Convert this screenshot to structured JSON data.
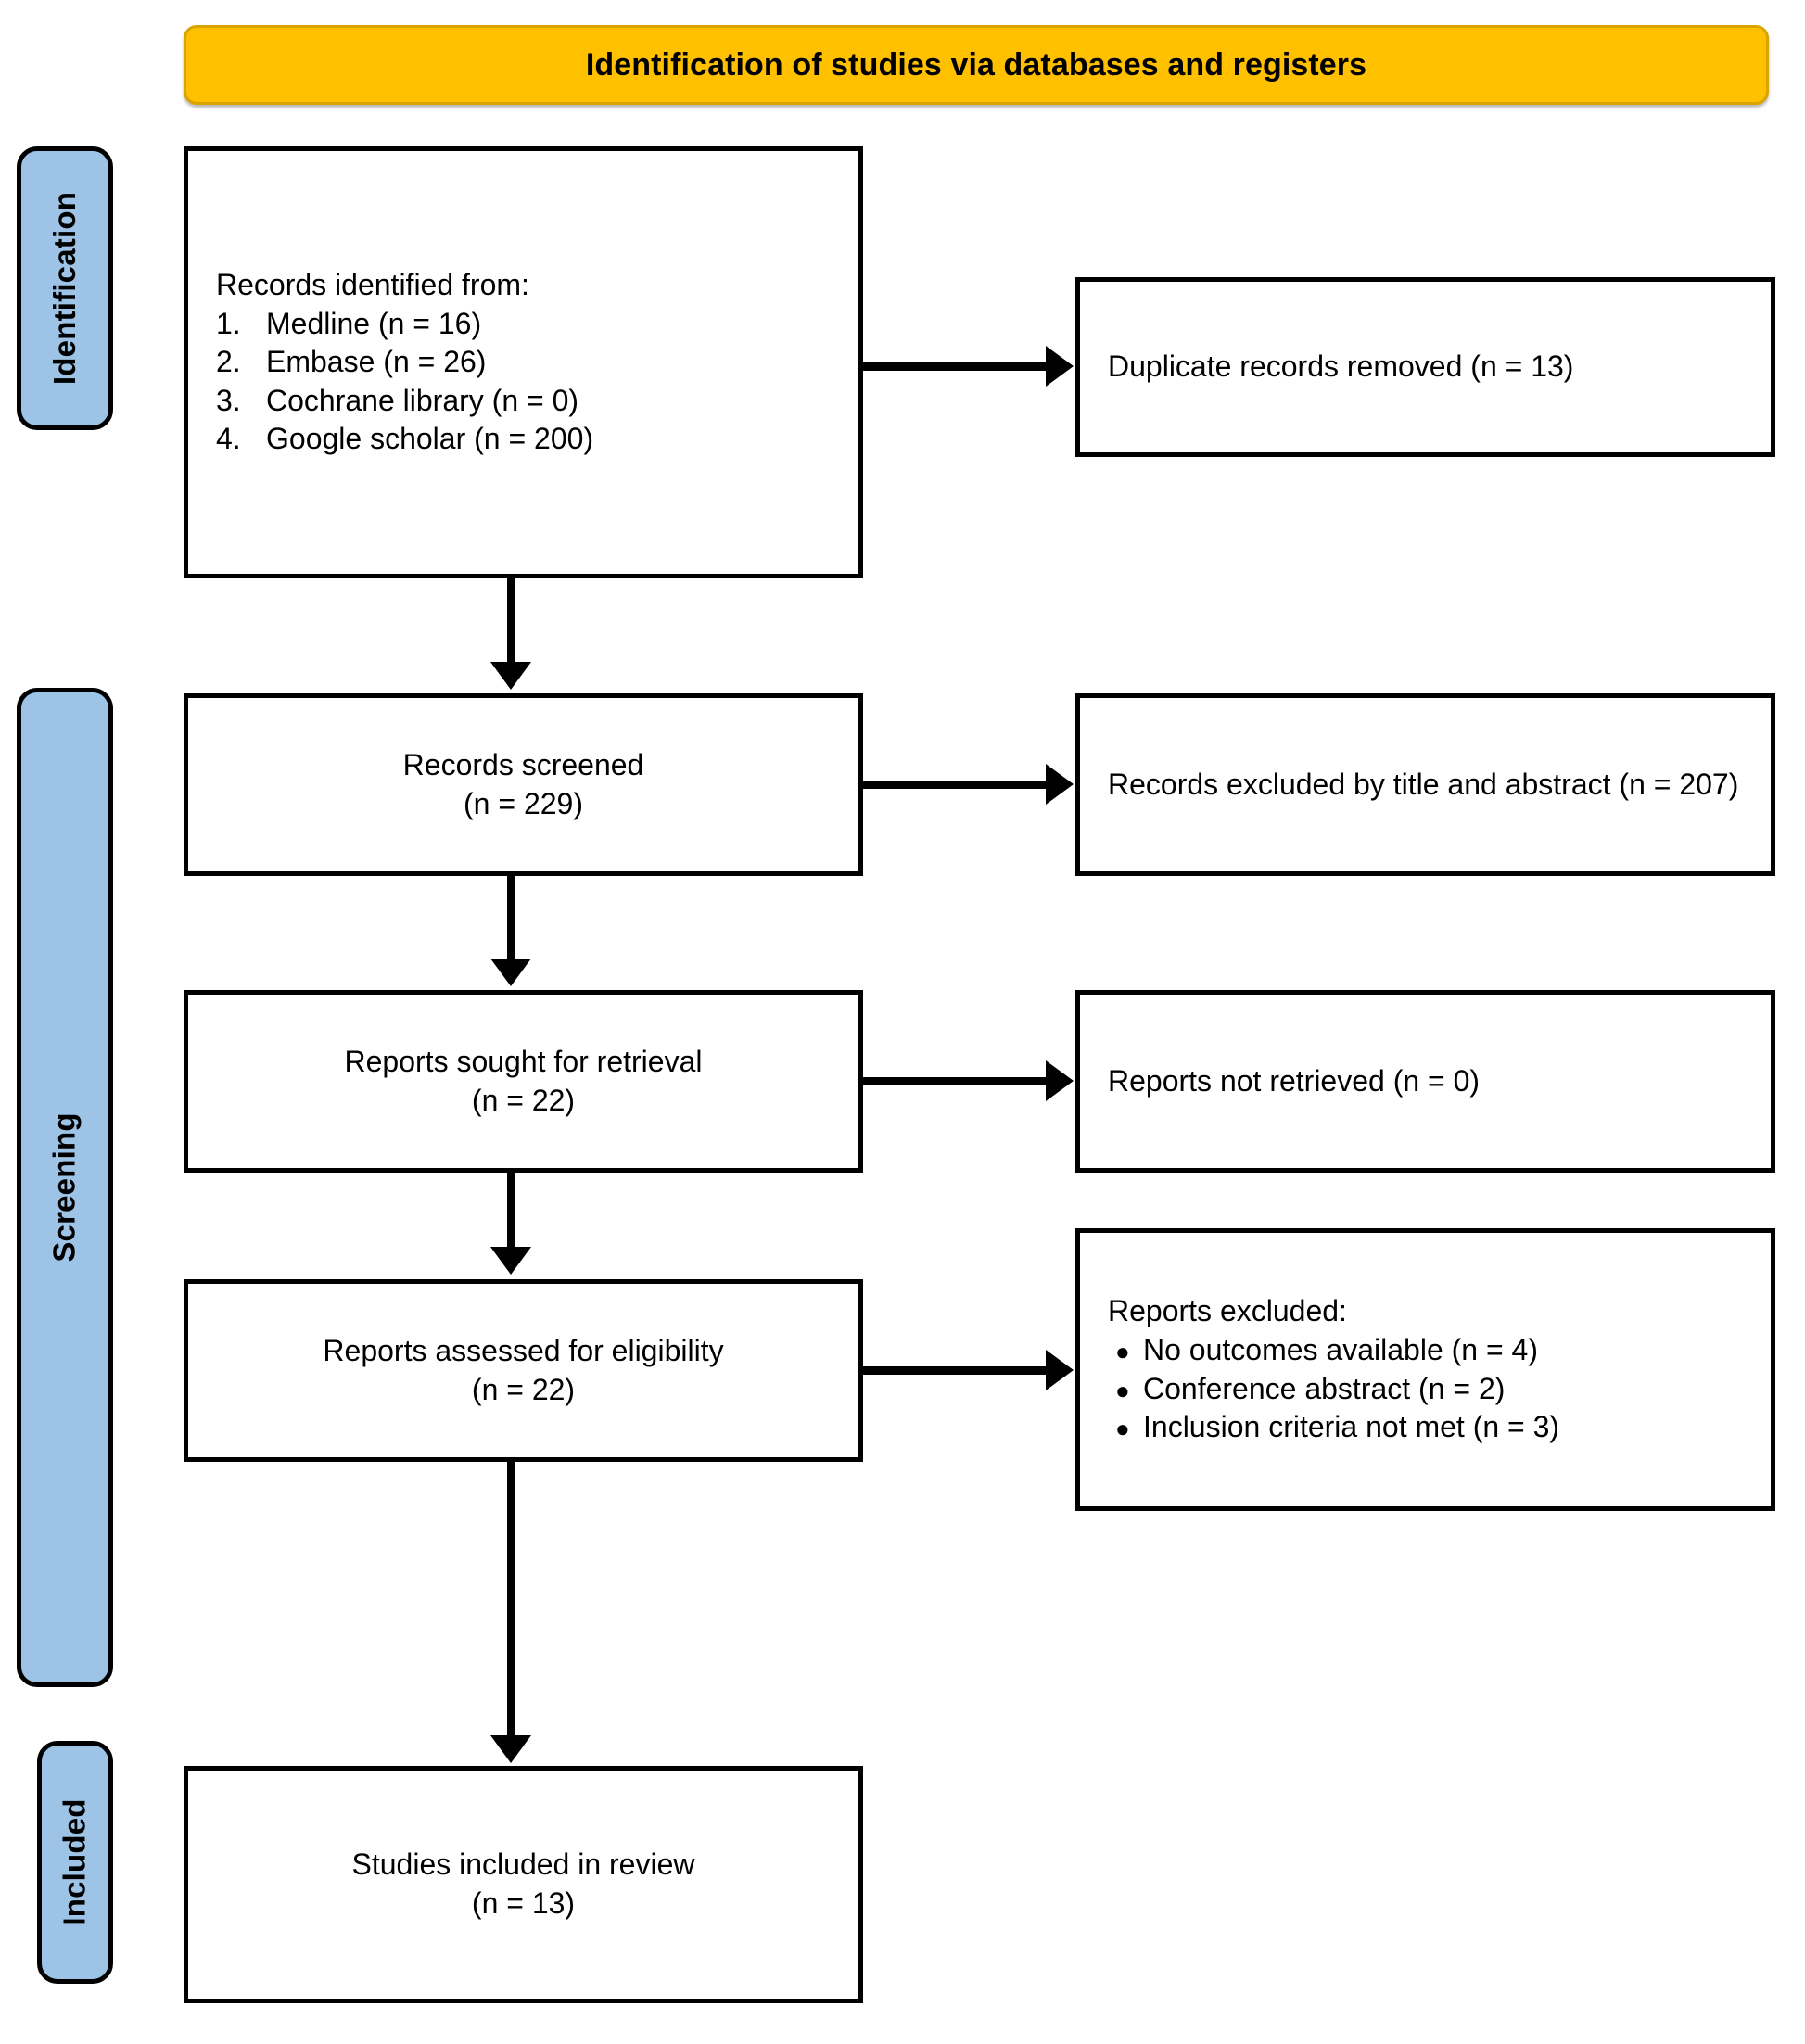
{
  "banner": {
    "title": "Identification of studies via databases and registers",
    "background_color": "#FFC000",
    "border_color": "#D9A400"
  },
  "stages": {
    "background_color": "#9DC3E6",
    "identification": "Identification",
    "screening": "Screening",
    "included": "Included"
  },
  "boxes": {
    "identified": {
      "heading": "Records identified from:",
      "sources": [
        {
          "num": "1.",
          "label": "Medline (n = 16)"
        },
        {
          "num": "2.",
          "label": "Embase (n = 26)"
        },
        {
          "num": "3.",
          "label": "Cochrane library (n = 0)"
        },
        {
          "num": "4.",
          "label": "Google scholar (n = 200)"
        }
      ]
    },
    "duplicates_removed": {
      "text": "Duplicate records removed (n = 13)"
    },
    "records_screened": {
      "line1": "Records screened",
      "line2": "(n = 229)"
    },
    "records_excluded_title_abstract": {
      "text": "Records excluded by title and abstract (n = 207)"
    },
    "reports_sought": {
      "line1": "Reports sought for retrieval",
      "line2": "(n = 22)"
    },
    "reports_not_retrieved": {
      "text": "Reports not retrieved (n = 0)"
    },
    "reports_assessed": {
      "line1": "Reports assessed for eligibility",
      "line2": "(n = 22)"
    },
    "reports_excluded": {
      "heading": "Reports excluded:",
      "reasons": [
        {
          "bullet": "●",
          "label": "No outcomes available (n = 4)"
        },
        {
          "bullet": "●",
          "label": "Conference abstract (n = 2)"
        },
        {
          "bullet": "●",
          "label": "Inclusion criteria not met (n = 3)"
        }
      ]
    },
    "studies_included": {
      "line1": "Studies included in review",
      "line2": "(n = 13)"
    }
  }
}
